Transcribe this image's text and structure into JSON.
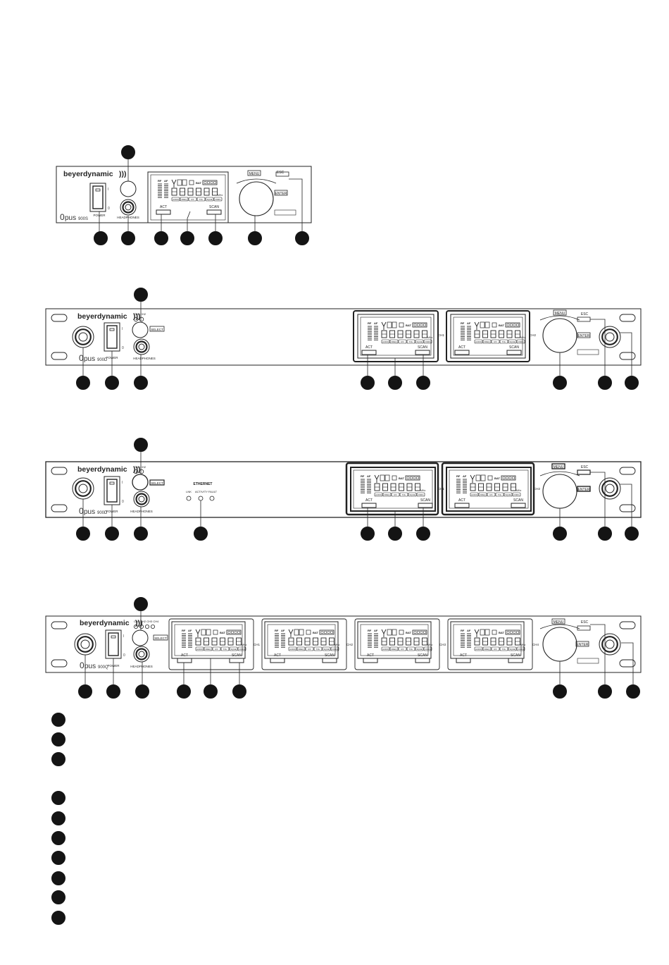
{
  "brand": "beyerdynamic",
  "brand_mark": ")))",
  "models": {
    "s": "900S",
    "d1": "900D",
    "d2": "900D",
    "q": "900Q"
  },
  "model_prefix_big": "0",
  "model_prefix_small": "pus",
  "labels": {
    "power": "POWER",
    "headphones_knob": "HEADPHONES",
    "headphones": "HEADPHONES",
    "act": "ACT",
    "scan": "SCAN",
    "menu": "MENU",
    "esc": "ESC",
    "enter": "ENTER",
    "select": "SELECT",
    "ch1": "CH1",
    "ch2": "CH2",
    "ch3": "CH3",
    "ch4": "CH4",
    "ch1_ch2": "CH1 CH2",
    "ch_row": "CH1 CH2 CH3 CH4",
    "lnk": "LNK",
    "activity": "ACTIVITY",
    "fault": "FAULT",
    "ethernet": "ETHERNET",
    "bat": "BAT",
    "rf": "RF",
    "af": "AF",
    "mhz": "MHz",
    "lcd_tabs": [
      "AUDIO",
      "FREQ",
      "RX",
      "TOL",
      "SQUE",
      "CNRG"
    ]
  }
}
